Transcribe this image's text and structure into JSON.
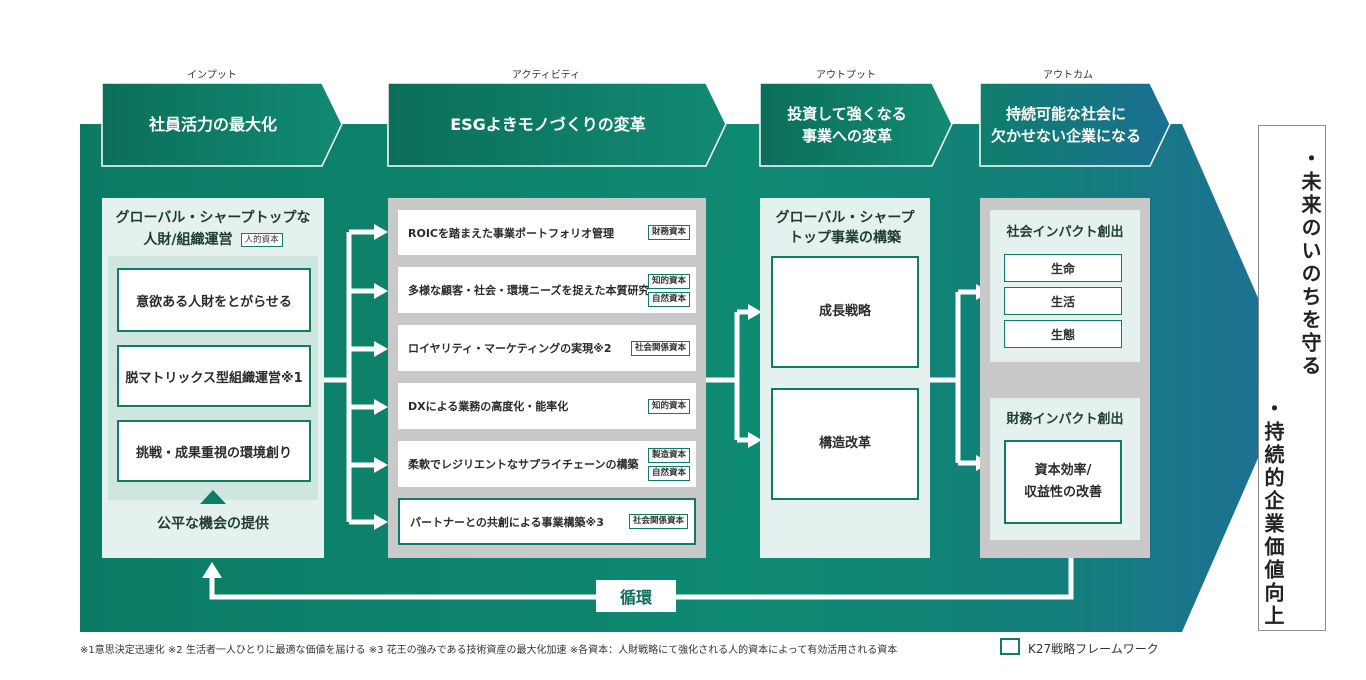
{
  "stages": [
    {
      "label": "インプット",
      "header": "社員活力の最大化"
    },
    {
      "label": "アクティビティ",
      "header": "ESGよきモノづくりの変革"
    },
    {
      "label": "アウトプット",
      "header": "投資して強くなる\n事業への変革"
    },
    {
      "label": "アウトカム",
      "header": "持続可能な社会に\n欠かせない企業になる"
    }
  ],
  "input": {
    "title_line1": "グローバル・シャープトップな",
    "title_line2": "人財/組織運営",
    "title_tag": "人的資本",
    "items": [
      "意欲ある人財をとがらせる",
      "脱マトリックス型組織運営※1",
      "挑戦・成果重視の環境創り"
    ],
    "base": "公平な機会の提供"
  },
  "activities": [
    {
      "label": "ROICを踏まえた事業ポートフォリオ管理",
      "tags": [
        "財務資本"
      ]
    },
    {
      "label": "多様な顧客・社会・環境ニーズを捉えた本質研究",
      "tags": [
        "知的資本",
        "自然資本"
      ]
    },
    {
      "label": "ロイヤリティ・マーケティングの実現※2",
      "tags": [
        "社会関係資本"
      ]
    },
    {
      "label": "DXによる業務の高度化・能率化",
      "tags": [
        "知的資本"
      ]
    },
    {
      "label": "柔軟でレジリエントなサプライチェーンの構築",
      "tags": [
        "製造資本",
        "自然資本"
      ]
    },
    {
      "label": "パートナーとの共創による事業構築※3",
      "tags": [
        "社会関係資本"
      ]
    }
  ],
  "output": {
    "title": "グローバル・シャープ\nトップ事業の構築",
    "items": [
      "成長戦略",
      "構造改革"
    ]
  },
  "outcome": {
    "social_title": "社会インパクト創出",
    "social_items": [
      "生命",
      "生活",
      "生態"
    ],
    "finance_title": "財務インパクト創出",
    "finance_item": "資本効率/\n収益性の改善"
  },
  "cycle": "循環",
  "goals": [
    "・未来のいのちを守る",
    "・持続的企業価値向上"
  ],
  "footnote": "※1意思決定迅速化 ※2 生活者一人ひとりに最適な価値を届ける ※3 花王の強みである技術資産の最大化加速 ※各資本：人財戦略にて強化される人的資本によって有効活用される資本",
  "legend": "K27戦略フレームワーク",
  "colors": {
    "teal_dark": "#0a7a63",
    "teal_mid": "#0f8c74",
    "blue": "#1f6d96",
    "panel_light": "#e4f1ee",
    "panel_gray": "#c9c9c9"
  }
}
